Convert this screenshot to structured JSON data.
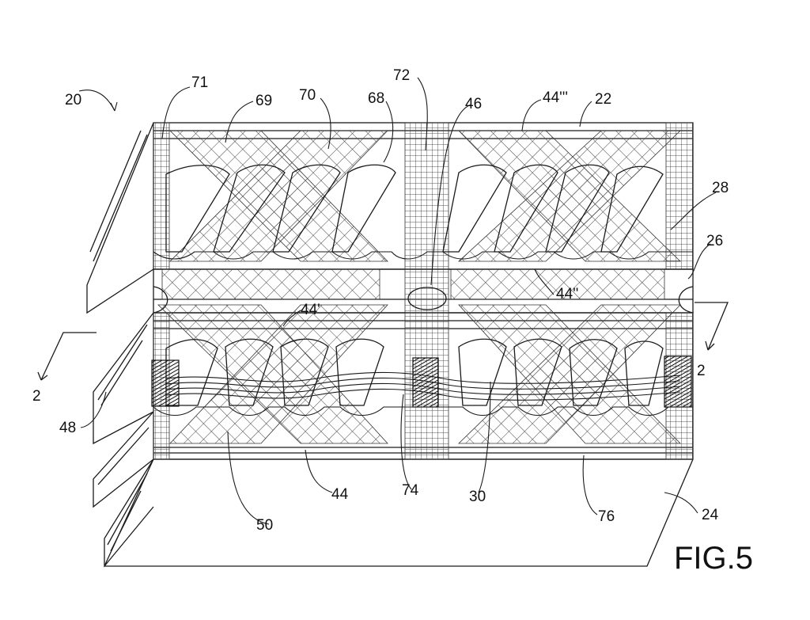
{
  "figure": {
    "title": "FIG.5",
    "labels": {
      "l20": "20",
      "l71": "71",
      "l69": "69",
      "l70": "70",
      "l68": "68",
      "l72": "72",
      "l46": "46",
      "l44ppp": "44'''",
      "l22": "22",
      "l28": "28",
      "l26": "26",
      "l44pp": "44''",
      "l44p": "44'",
      "l2_left": "2",
      "l2_right": "2",
      "l48": "48",
      "l44": "44",
      "l74": "74",
      "l30": "30",
      "l76": "76",
      "l24": "24",
      "l50": "50"
    }
  }
}
